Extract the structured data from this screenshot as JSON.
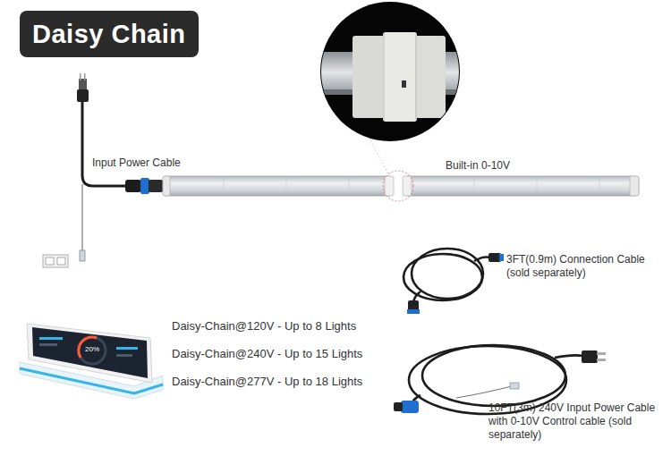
{
  "diagram": {
    "title": "Daisy Chain",
    "labels": [
      "Input Power Cable",
      "Built-in 0-10V",
      "3FT(0.9m) Connection Cable (sold separately)",
      "Daisy-Chain@120V - Up to 8 Lights",
      "Daisy-Chain@240V - Up to 15 Lights",
      "Daisy-Chain@277V - Up to 18 Lights",
      "10FT(3m) 240V Input Power Cable with 0-10V Control cable (sold separately)",
      "20%"
    ]
  }
}
